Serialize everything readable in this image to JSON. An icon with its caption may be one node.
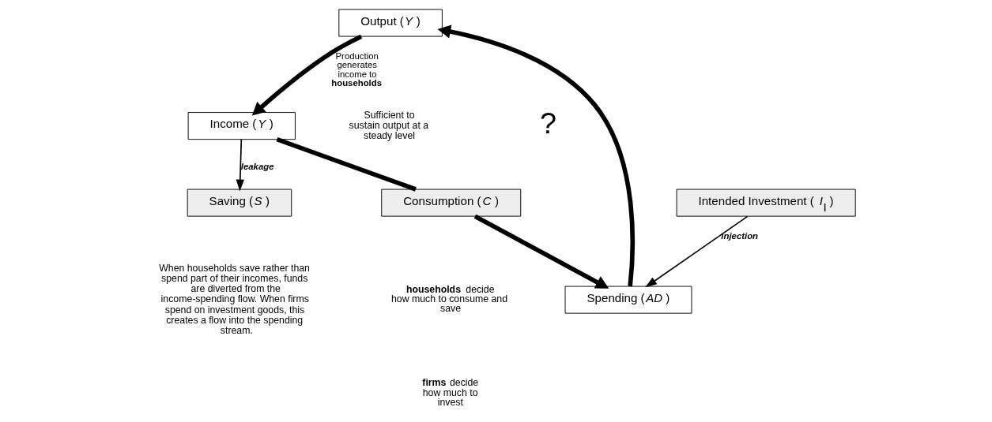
{
  "diagram": {
    "nodes": [
      {
        "text": [
          "Output (*Y* )"
        ]
      },
      {
        "text": [
          "Income (*Y* )"
        ]
      },
      {
        "text": [
          "Consumption (*C* )"
        ]
      },
      {
        "text": [
          "Saving (*S* )"
        ]
      },
      {
        "text": [
          "Spending (*AD* )"
        ]
      },
      {
        "text": [
          "Intended Investment ( *I*$_{I}$ )"
        ]
      }
    ],
    "edges": [
      {
        "from": 0,
        "to": 1,
        "arrow": "to",
        "label": "Production generates income to **households**"
      },
      {
        "from": 1,
        "to": 2,
        "arrow": "none"
      },
      {
        "from": 1,
        "to": 3,
        "arrow": "to",
        "label": "leakage"
      },
      {
        "from": 2,
        "to": 4,
        "arrow": "to"
      },
      {
        "from": 5,
        "to": 4,
        "arrow": "to",
        "label": "injection"
      },
      {
        "from": 4,
        "to": 0,
        "arrow": "to"
      }
    ],
    "labels": [
      "Sufficient to sustain output at a steady level",
      "?",
      "**households** decide how much to consume and save",
      "**firms** decide how much to invest",
      "When households save rather than spend part of their incomes, funds are diverted from the income-spending flow. When firms spend on investment goods, this creates a flow into the spending stream."
    ]
  }
}
